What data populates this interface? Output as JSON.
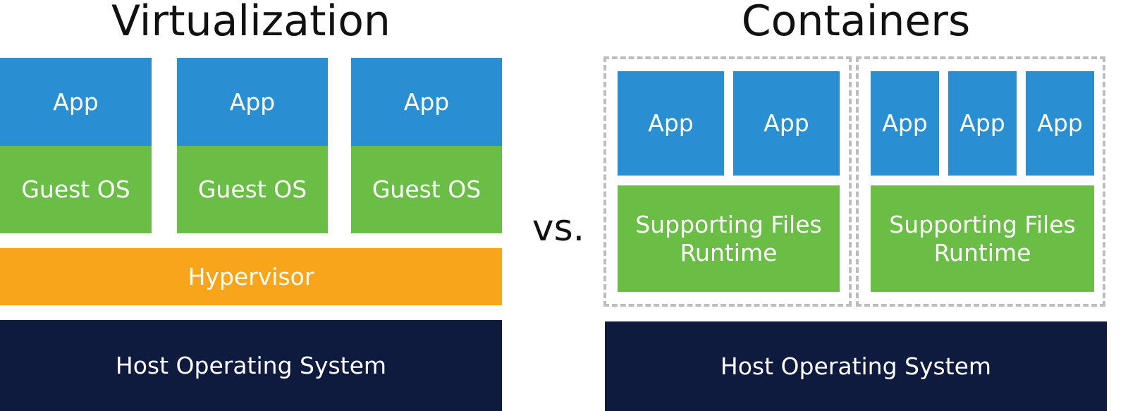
{
  "colors": {
    "app": "#2a8fd2",
    "guest_os": "#6abd45",
    "hypervisor": "#f8a51c",
    "host": "#0f1a3f",
    "container_border": "#bdbdbd"
  },
  "virtualization": {
    "title": "Virtualization",
    "vms": [
      {
        "app": "App",
        "guest_os": "Guest OS"
      },
      {
        "app": "App",
        "guest_os": "Guest OS"
      },
      {
        "app": "App",
        "guest_os": "Guest OS"
      }
    ],
    "hypervisor": "Hypervisor",
    "host": "Host Operating System"
  },
  "separator": "vs.",
  "containers": {
    "title": "Containers",
    "groups": [
      {
        "apps": [
          "App",
          "App"
        ],
        "support_line1": "Supporting Files",
        "support_line2": "Runtime"
      },
      {
        "apps": [
          "App",
          "App",
          "App"
        ],
        "support_line1": "Supporting Files",
        "support_line2": "Runtime"
      }
    ],
    "host": "Host Operating System"
  }
}
